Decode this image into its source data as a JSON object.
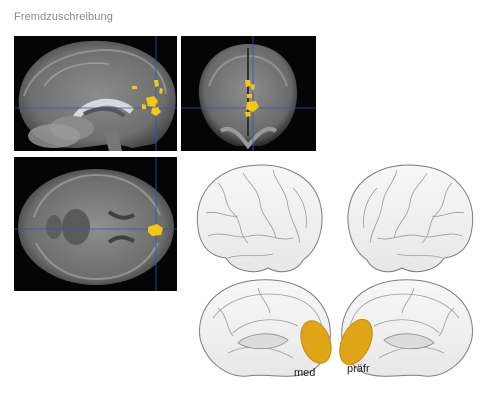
{
  "title": "Fremdzuschreibung",
  "labels": {
    "medial": "med",
    "prefrontal": "präfr"
  },
  "colors": {
    "activation": "#f2c811",
    "highlight": "#e0a516",
    "crosshair": "#3a4fbf"
  }
}
